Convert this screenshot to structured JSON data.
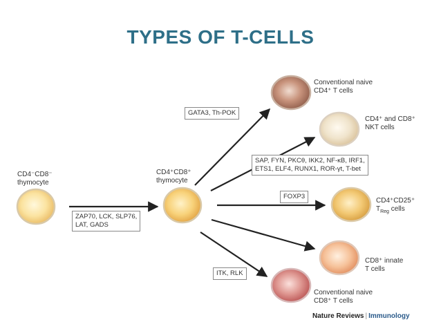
{
  "title": "TYPES OF T-CELLS",
  "cells": {
    "source": {
      "label_line1": "CD4⁻CD8⁻",
      "label_line2": "thymocyte",
      "color": "#f7d47a"
    },
    "dp": {
      "label_line1": "CD4⁺CD8⁺",
      "label_line2": "thymocyte",
      "color": "#f5c45e"
    },
    "cd4_naive": {
      "label_line1": "Conventional naive",
      "label_line2": "CD4⁺ T cells",
      "color": "#b9806a"
    },
    "nkt": {
      "label_line1": "CD4⁺ and CD8⁺",
      "label_line2": "NKT cells",
      "color": "#ead9bf"
    },
    "treg": {
      "label_line1": "CD4⁺CD25⁺",
      "label_line2": "T",
      "label_sub": "Reg",
      "label_suffix": " cells",
      "color": "#e8b85c"
    },
    "cd8_innate": {
      "label_line1": "CD8⁺ innate",
      "label_line2": "T cells",
      "color": "#f0ad7c"
    },
    "cd8_naive": {
      "label_line1": "Conventional naive",
      "label_line2": "CD8⁺ T cells",
      "color": "#d47a7a"
    }
  },
  "factors": {
    "dn_to_dp": {
      "line1": "ZAP70, LCK, SLP76,",
      "line2": "LAT, GADS"
    },
    "cd4": "GATA3, Th-POK",
    "nkt": {
      "line1": "SAP, FYN, PKCθ, IKK2, NF-κB, IRF1,",
      "line2": "ETS1, ELF4, RUNX1, ROR-γt, T-bet"
    },
    "treg": "FOXP3",
    "cd8": "ITK, RLK"
  },
  "credit": {
    "publisher": "Nature Reviews",
    "separator": "|",
    "journal": "Immunology"
  }
}
